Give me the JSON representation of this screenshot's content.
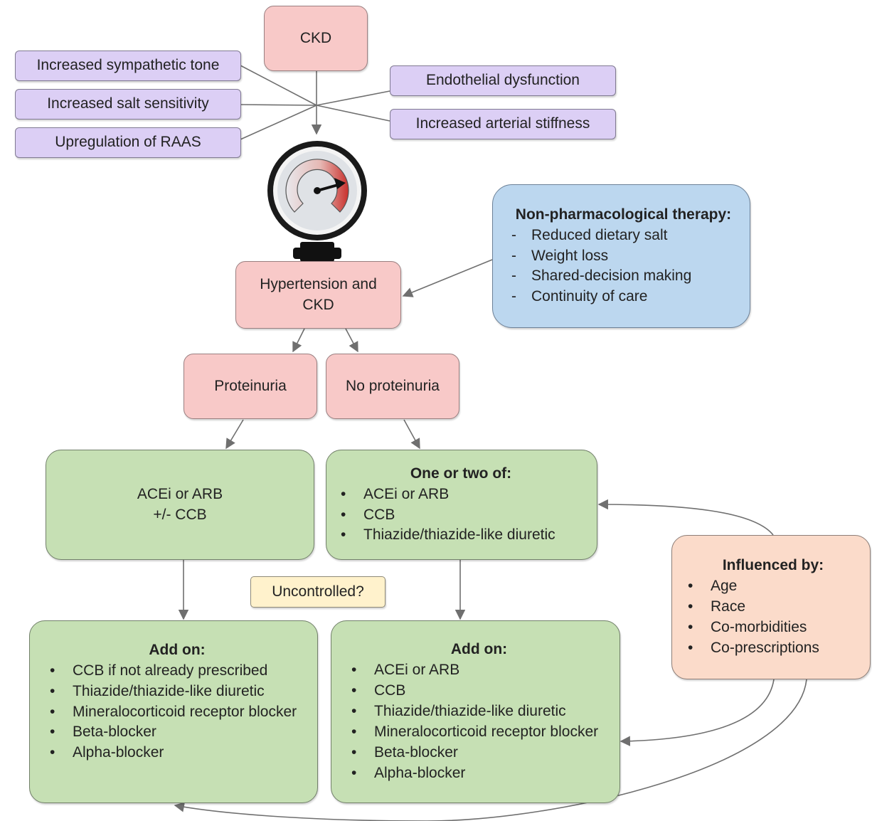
{
  "diagram": {
    "ckd": "CKD",
    "factors_left": [
      "Increased sympathetic tone",
      "Increased salt sensitivity",
      "Upregulation of RAAS"
    ],
    "factors_right": [
      "Endothelial dysfunction",
      "Increased arterial stiffness"
    ],
    "hypertension_ckd": {
      "line1": "Hypertension and",
      "line2": "CKD"
    },
    "non_pharm": {
      "heading": "Non-pharmacological therapy:",
      "items": [
        "Reduced dietary salt",
        "Weight loss",
        "Shared-decision making",
        "Continuity of care"
      ]
    },
    "proteinuria": "Proteinuria",
    "no_proteinuria": "No proteinuria",
    "proteinuria_treatment": {
      "line1": "ACEi or ARB",
      "line2": "+/- CCB"
    },
    "no_proteinuria_treatment": {
      "heading": "One or two of:",
      "items": [
        "ACEi or ARB",
        "CCB",
        "Thiazide/thiazide-like diuretic"
      ]
    },
    "uncontrolled": "Uncontrolled?",
    "add_on_left": {
      "heading": "Add on:",
      "items": [
        "CCB if not already prescribed",
        "Thiazide/thiazide-like diuretic",
        "Mineralocorticoid receptor blocker",
        "Beta-blocker",
        "Alpha-blocker"
      ]
    },
    "add_on_right": {
      "heading": "Add on:",
      "items": [
        "ACEi or ARB",
        "CCB",
        "Thiazide/thiazide-like diuretic",
        "Mineralocorticoid receptor blocker",
        "Beta-blocker",
        "Alpha-blocker"
      ]
    },
    "influenced_by": {
      "heading": "Influenced by:",
      "items": [
        "Age",
        "Race",
        "Co-morbidities",
        "Co-prescriptions"
      ]
    }
  },
  "colors": {
    "pink": "#f8c9c8",
    "purple": "#dccff5",
    "blue": "#bcd7ef",
    "green": "#c6e0b4",
    "peach": "#fbdbca",
    "yellow": "#fff2cc",
    "gauge_red": "#c9302c",
    "connector": "#6f6f6f"
  }
}
